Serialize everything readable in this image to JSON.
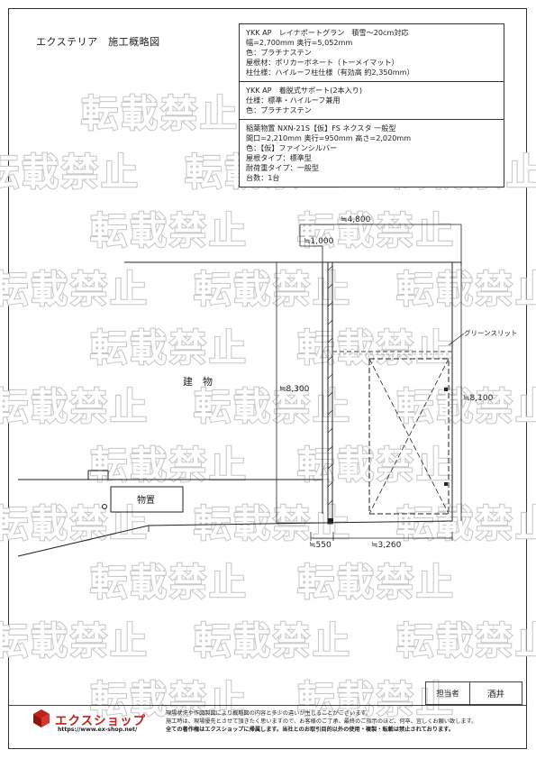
{
  "doc_title": "エクステリア　施工概略図",
  "spec_sections": [
    {
      "lines": [
        "YKK AP　レイナポートグラン　積雪～20cm対応",
        "幅=2,700mm 奥行=5,052mm",
        "色：プラチナステン",
        "屋根材：ポリカーボネート（トーメイマット）",
        "柱仕様：ハイルーフ柱仕様（有効高 約2,350mm）"
      ]
    },
    {
      "lines": [
        "YKK AP　着脱式サポート(2本入り)",
        "仕様：標準・ハイルーフ兼用",
        "色：プラチナステン"
      ]
    },
    {
      "lines": [
        "稲葉物置 NXN-21S【仮】FS ネクスタ 一般型",
        "間口=2,210mm 奥行=950mm 高さ=2,020mm",
        "色：【仮】ファインシルバー",
        "屋根タイプ：標準型",
        "耐荷重タイプ：一般型",
        "台数：1台"
      ]
    }
  ],
  "watermark_text": "転載禁止",
  "plan": {
    "building_label": "建　物",
    "shed_label": "物置",
    "slit_label": "グリーンスリット",
    "dims": {
      "total_width": "≒4,800",
      "offset_1000": "≒1,000",
      "depth_left": "≒8,300",
      "depth_right": "≒8,100",
      "bottom_550": "≒550",
      "bottom_3260": "≒3,260"
    }
  },
  "staff": {
    "label": "担当者",
    "name": "酒井"
  },
  "brand": {
    "name": "エクスショップ",
    "url": "https://www.ex-shop.net/",
    "color": "#c0211a"
  },
  "notes": [
    "現場状況や作図製図により概略図の内容と多少の違いが生じることがございます。",
    "施工時は、現場優先とさせて頂きたく思いますので、お客様のご了承、最終のご指示のほど、何卒、宜しくお願い致します。",
    "全ての著作権はエクスショップに帰属します。当社とのお取引目的以外の使用・複製・転載は禁止されております。"
  ]
}
